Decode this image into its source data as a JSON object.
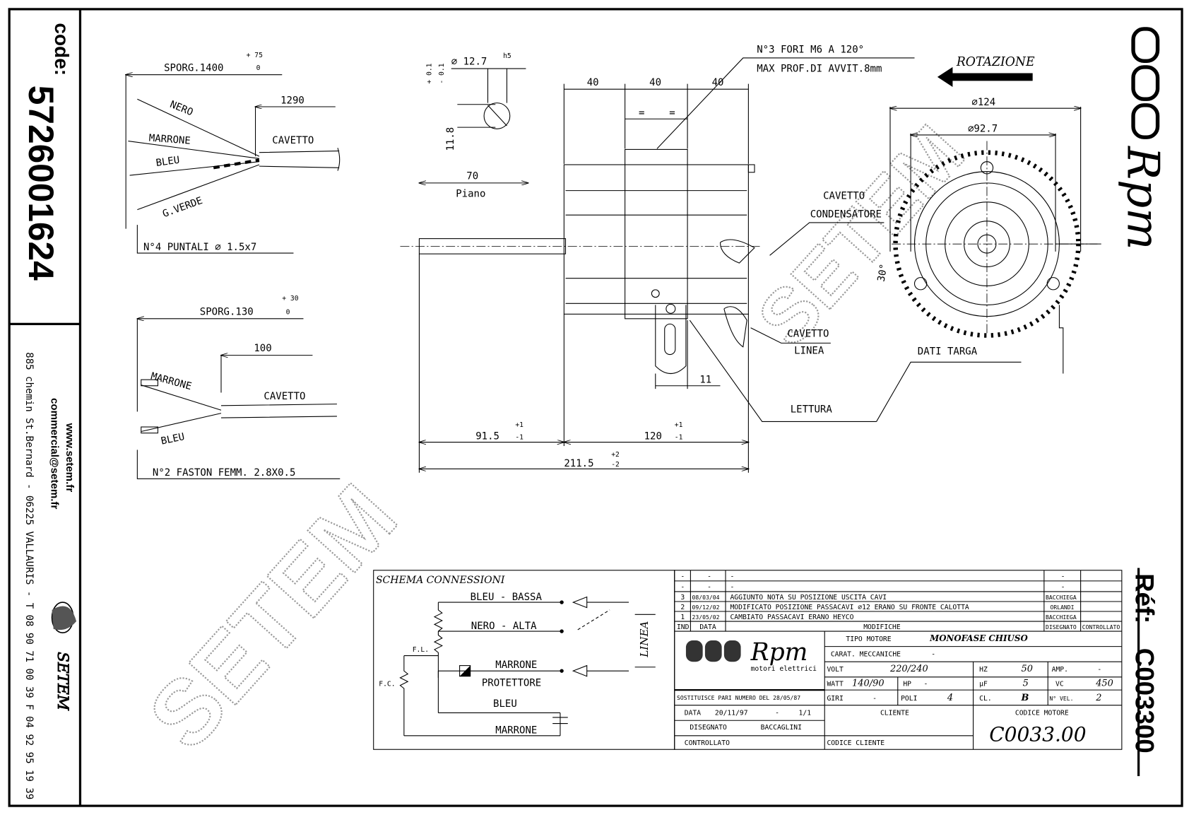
{
  "left_strip": {
    "code_label": "code:",
    "code_value": "5726001624",
    "website": "www.setem.fr",
    "email": "commercial@setem.fr",
    "address": "885 chemin St.Bernard - 06225 VALLAURIS - T 08 90 71 00 39  F 04 92 95 19 39",
    "company": "SETEM"
  },
  "right_strip": {
    "brand": "Rpm",
    "ref_label": "Réf:",
    "ref_value": "C003300"
  },
  "watermark": "SETEM",
  "cable_4": {
    "sporg": "SPORG.1400",
    "tol_plus": "+ 75",
    "tol_minus": "0",
    "length": "1290",
    "wires": [
      "NERO",
      "MARRONE",
      "BLEU",
      "G.VERDE"
    ],
    "cable": "CAVETTO",
    "terminals": "N°4 PUNTALI ⌀ 1.5x7"
  },
  "cable_2": {
    "sporg": "SPORG.130",
    "tol_plus": "+ 30",
    "tol_minus": "0",
    "length": "100",
    "wires": [
      "MARRONE",
      "BLEU"
    ],
    "cable": "CAVETTO",
    "terminals": "N°2 FASTON FEMM. 2.8X0.5"
  },
  "shaft": {
    "diameter": "⌀ 12.7",
    "fit": "h5",
    "flat_tol_plus": "+ 0.1",
    "flat_tol_minus": "- 0.1",
    "flat": "11.8",
    "plane_length": "70",
    "plane_label": "Piano"
  },
  "side_view": {
    "dim_40_a": "40",
    "dim_40_b": "40",
    "dim_40_c": "40",
    "eq_a": "=",
    "eq_b": "=",
    "holes_note_1": "N°3 FORI M6 A 120°",
    "holes_note_2": "MAX PROF.DI AVVIT.8mm",
    "dim_11": "11",
    "dim_91": "91.5",
    "dim_91_tol": [
      "+1",
      "-1"
    ],
    "dim_120": "120",
    "dim_120_tol": [
      "+1",
      "-1"
    ],
    "dim_211": "211.5",
    "dim_211_tol": [
      "+2",
      "-2"
    ],
    "cable_capacitor_1": "CAVETTO",
    "cable_capacitor_2": "CONDENSATORE",
    "cable_line_1": "CAVETTO",
    "cable_line_2": "LINEA",
    "reading": "LETTURA"
  },
  "front_view": {
    "rotation": "ROTAZIONE",
    "dia_124": "⌀124",
    "dia_92": "⌀92.7",
    "angle": "30°",
    "nameplate": "DATI TARGA"
  },
  "schema": {
    "title": "SCHEMA CONNESSIONI",
    "bleu_bassa": "BLEU - BASSA",
    "nero_alta": "NERO - ALTA",
    "marrone": "MARRONE",
    "protettore": "PROTETTORE",
    "bleu": "BLEU",
    "marrone_cap": "MARRONE",
    "fl": "F.L.",
    "fc": "F.C.",
    "linea": "LINEA"
  },
  "title_block": {
    "revisions": [
      {
        "ind": "-",
        "date": "-",
        "text": "-",
        "drawn": "-",
        "checked": ""
      },
      {
        "ind": "-",
        "date": "-",
        "text": "-",
        "drawn": "-",
        "checked": ""
      },
      {
        "ind": "3",
        "date": "08/03/04",
        "text": "AGGIUNTO NOTA SU POSIZIONE USCITA CAVI",
        "drawn": "BACCHIEGA",
        "checked": ""
      },
      {
        "ind": "2",
        "date": "09/12/02",
        "text": "MODIFICATO POSIZIONE PASSACAVI ⌀12 ERANO SU FRONTE CALOTTA",
        "drawn": "ORLANDI",
        "checked": ""
      },
      {
        "ind": "1",
        "date": "23/05/02",
        "text": "CAMBIATO PASSACAVI ERANO HEYCO",
        "drawn": "BACCHIEGA",
        "checked": ""
      }
    ],
    "hdr_ind": "IND",
    "hdr_date": "DATA",
    "hdr_mod": "MODIFICHE",
    "hdr_drawn": "DISEGNATO",
    "hdr_checked": "CONTROLLATO",
    "logo_brand": "Rpm",
    "logo_sub": "motori elettrici",
    "motor_type_label": "TIPO MOTORE",
    "motor_type": "MONOFASE CHIUSO",
    "mech_label": "CARAT. MECCANICHE",
    "mech_value": "-",
    "volt_label": "VOLT",
    "volt": "220/240",
    "hz_label": "HZ",
    "hz": "50",
    "amp_label": "AMP.",
    "amp": "-",
    "watt_label": "WATT",
    "watt": "140/90",
    "hp_label": "HP",
    "hp": "-",
    "uf_label": "μF",
    "uf": "5",
    "vc_label": "VC",
    "vc": "450",
    "giri_label": "GIRI",
    "giri": "-",
    "poli_label": "POLI",
    "poli": "4",
    "cl_label": "CL.",
    "cl": "B",
    "vel_label": "N° VEL.",
    "vel": "2",
    "replaces": "SOSTITUISCE PARI NUMERO DEL 28/05/87",
    "date_label": "DATA",
    "date": "20/11/97",
    "dash": "-",
    "sheet": "1/1",
    "drawn_label": "DISEGNATO",
    "drawn_by": "BACCAGLINI",
    "checked_label": "CONTROLLATO",
    "client_label": "CLIENTE",
    "client_code_label": "CODICE CLIENTE",
    "motor_code_label": "CODICE MOTORE",
    "motor_code": "C0033.00"
  }
}
